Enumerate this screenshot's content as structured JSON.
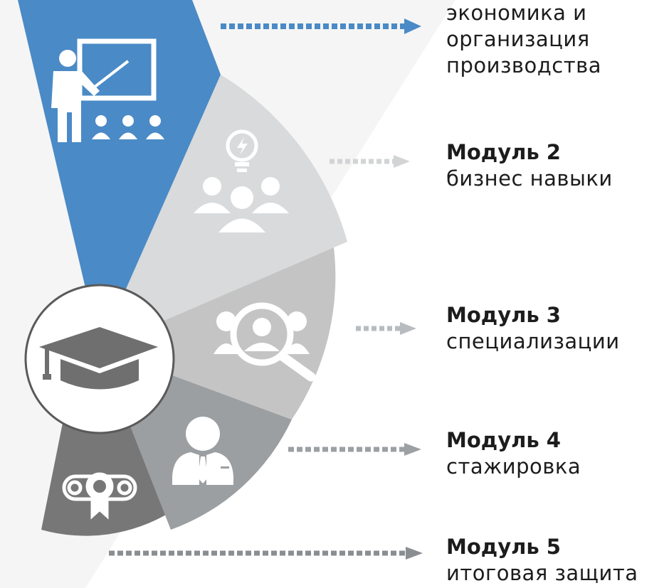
{
  "modules": [
    {
      "title": "",
      "subtitle_lines": [
        "экономика и",
        "организация",
        "производства"
      ],
      "color": "#4a8ac6"
    },
    {
      "title": "Модуль 2",
      "subtitle_lines": [
        "бизнес навыки"
      ],
      "color": "#d9dadb"
    },
    {
      "title": "Модуль 3",
      "subtitle_lines": [
        "специализации"
      ],
      "color": "#c4c4c4"
    },
    {
      "title": "Модуль 4",
      "subtitle_lines": [
        "стажировка"
      ],
      "color": "#9b9fa2"
    },
    {
      "title": "Модуль 5",
      "subtitle_lines": [
        "итоговая защита"
      ],
      "color": "#777777"
    }
  ],
  "icons": [
    "teacher-presentation-icon",
    "idea-team-icon",
    "search-people-icon",
    "businessman-icon",
    "diploma-icon",
    "graduation-cap-icon"
  ],
  "colors": {
    "accent_blue": "#4a8ac6",
    "arrow_gray": "#b8bcc0",
    "arrow_dark": "#8a8e92",
    "center_circle_border": "#5a5a5a",
    "cap": "#6f6f6f"
  }
}
